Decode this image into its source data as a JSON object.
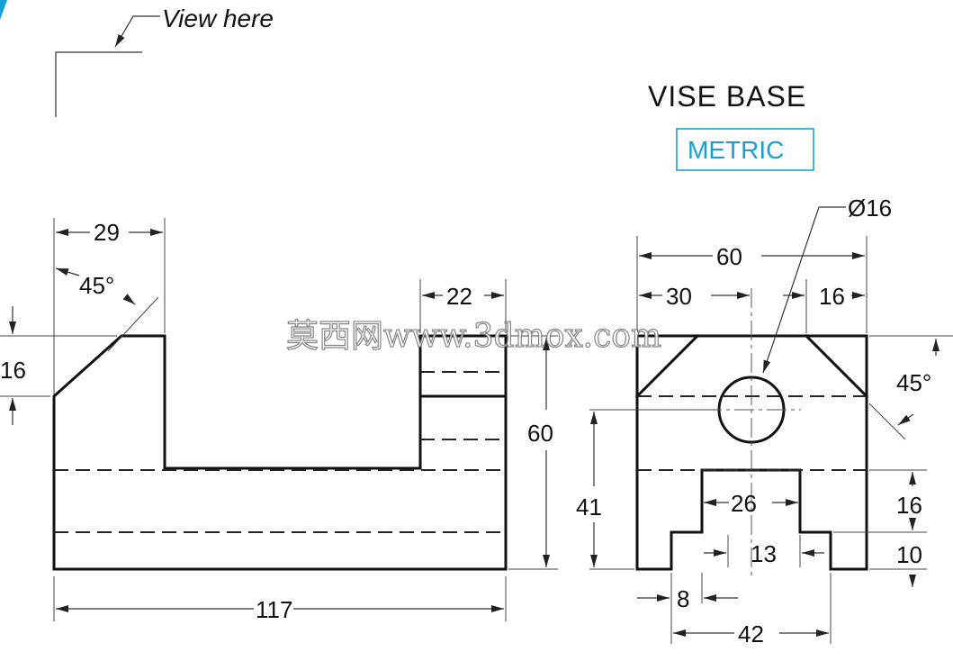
{
  "view_note": "View here",
  "title": "VISE BASE",
  "units_label": "METRIC",
  "watermark": "莫西网www.3dmox.com",
  "front_view": {
    "dim_top_left": "29",
    "angle_left": "45°",
    "dim_slot_right": "22",
    "dim_left_height": "16",
    "dim_height": "60",
    "dim_length": "117"
  },
  "side_view": {
    "hole": "Ø16",
    "dim_width": "60",
    "dim_center": "30",
    "dim_chamfer": "16",
    "angle_right": "45°",
    "dim_hole_height": "41",
    "dim_slot_top": "26",
    "dim_slot_bottom": "13",
    "dim_step_height": "16",
    "dim_base_height": "10",
    "dim_step_left": "8",
    "dim_overall_base": "42"
  },
  "colors": {
    "metric": "#1a9fd0",
    "lines": "#111111"
  }
}
